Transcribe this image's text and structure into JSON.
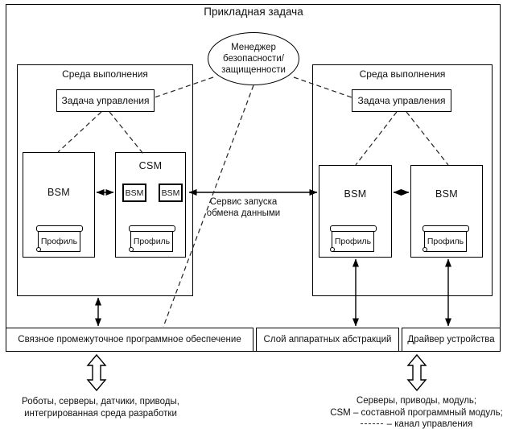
{
  "title": "Прикладная задача",
  "security_manager": {
    "lines": [
      "Менеджер",
      "безопасности/",
      "защищенности"
    ]
  },
  "left_env": {
    "label": "Среда выполнения",
    "control_task": "Задача управления",
    "bsm_label": "BSM",
    "csm": {
      "label": "CSM",
      "bsm1": "BSM",
      "bsm2": "BSM"
    },
    "profile1": "Профиль",
    "profile2": "Профиль"
  },
  "right_env": {
    "label": "Среда выполнения",
    "control_task": "Задача управления",
    "bsm1": "BSM",
    "bsm2": "BSM",
    "profile1": "Профиль",
    "profile2": "Профиль"
  },
  "exchange_service": {
    "line1": "Сервис запуска",
    "line2": "обмена данными"
  },
  "bottom_row": {
    "middleware": "Связное промежуточное программное обеспечение",
    "hal": "Слой аппаратных абстракций",
    "driver": "Драйвер устройства"
  },
  "footer": {
    "left": {
      "line1": "Роботы, серверы, датчики, приводы,",
      "line2": "интегрированная среда разработки"
    },
    "right": {
      "line1": "Серверы, приводы, модуль;",
      "line2": "CSM – составной программный модуль;",
      "line3": "– канал управления"
    }
  },
  "icons": {
    "profile_icon": "scroll",
    "control_channel_sample": "dashed-line",
    "hw_link_icon": "hollow-double-arrow"
  },
  "colors": {
    "line": "#000000",
    "text": "#111111",
    "background": "#ffffff"
  }
}
